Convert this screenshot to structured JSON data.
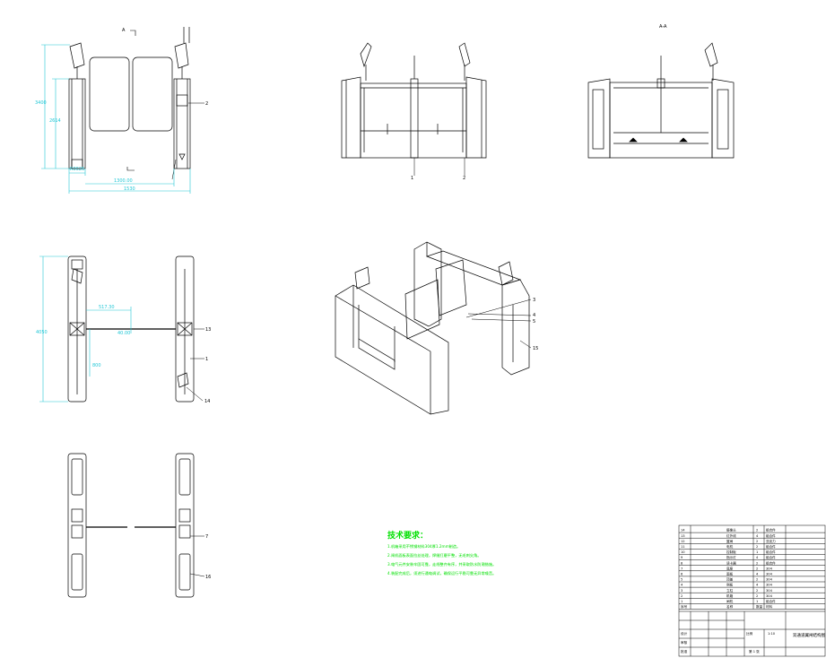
{
  "drawing": {
    "front_view": {
      "section_mark": "A",
      "dims": {
        "overall_height": "3400",
        "cabinet_height": "2614",
        "cabinet_width": "R0026",
        "passage_width": "1300.00",
        "overall_width": "1530"
      },
      "leader": "2"
    },
    "mid_view": {
      "leaders": [
        "1",
        "2"
      ]
    },
    "right_view": {
      "section_mark": "A-A"
    },
    "plan_view": {
      "dims": {
        "length": "4050",
        "offset": "517.30",
        "gap": "40.00",
        "lower": "800"
      },
      "leaders": [
        "13",
        "1",
        "14"
      ]
    },
    "bottom_view": {
      "leaders": [
        "7",
        "16"
      ]
    },
    "iso_view": {
      "leaders": [
        "3",
        "4",
        "5",
        "15"
      ]
    },
    "tech_requirements": {
      "title": "技术要求：",
      "lines": [
        "1.机箱采用不锈钢材料304厚1.2mm制造。",
        "2.闸机面板表面拉丝处理，焊缝打磨平整，无毛刺尖角。",
        "3.电气元件安装牢固可靠，走线整齐有序，并采取防水防潮措施。",
        "4.装配完成后，须进行通电调试，确保运行平稳可靠无异常噪音。"
      ]
    },
    "title_block": {
      "bom_rows": [
        {
          "no": "14",
          "name": "摄像头",
          "qty": "2",
          "mat": "组合件"
        },
        {
          "no": "13",
          "name": "红外线",
          "qty": "4",
          "mat": "组合件"
        },
        {
          "no": "12",
          "name": "翼闸",
          "qty": "2",
          "mat": "亚克力"
        },
        {
          "no": "11",
          "name": "电机",
          "qty": "2",
          "mat": "组合件"
        },
        {
          "no": "10",
          "name": "控制板",
          "qty": "1",
          "mat": "组合件"
        },
        {
          "no": "9",
          "name": "指示灯",
          "qty": "4",
          "mat": "组合件"
        },
        {
          "no": "8",
          "name": "读卡器",
          "qty": "2",
          "mat": "组合件"
        },
        {
          "no": "7",
          "name": "底座",
          "qty": "2",
          "mat": "304"
        },
        {
          "no": "6",
          "name": "面板",
          "qty": "4",
          "mat": "304"
        },
        {
          "no": "5",
          "name": "顶盖",
          "qty": "2",
          "mat": "304"
        },
        {
          "no": "4",
          "name": "侧板",
          "qty": "4",
          "mat": "304"
        },
        {
          "no": "3",
          "name": "立柱",
          "qty": "2",
          "mat": "304"
        },
        {
          "no": "2",
          "name": "机箱",
          "qty": "2",
          "mat": "304"
        },
        {
          "no": "1",
          "name": "闸机",
          "qty": "1",
          "mat": "组合件"
        }
      ],
      "header": {
        "no": "序号",
        "name": "名称",
        "qty": "数量",
        "mat": "材料"
      },
      "drawing_number": "双通道翼闸结构图",
      "scale_label": "比例",
      "scale": "1:10",
      "sheet_label": "第 1 张",
      "designer_label": "设计",
      "checker_label": "审核",
      "approver_label": "批准"
    }
  },
  "colors": {
    "line": "#000000",
    "dim": "#22c7d6",
    "tech": "#00e000"
  }
}
